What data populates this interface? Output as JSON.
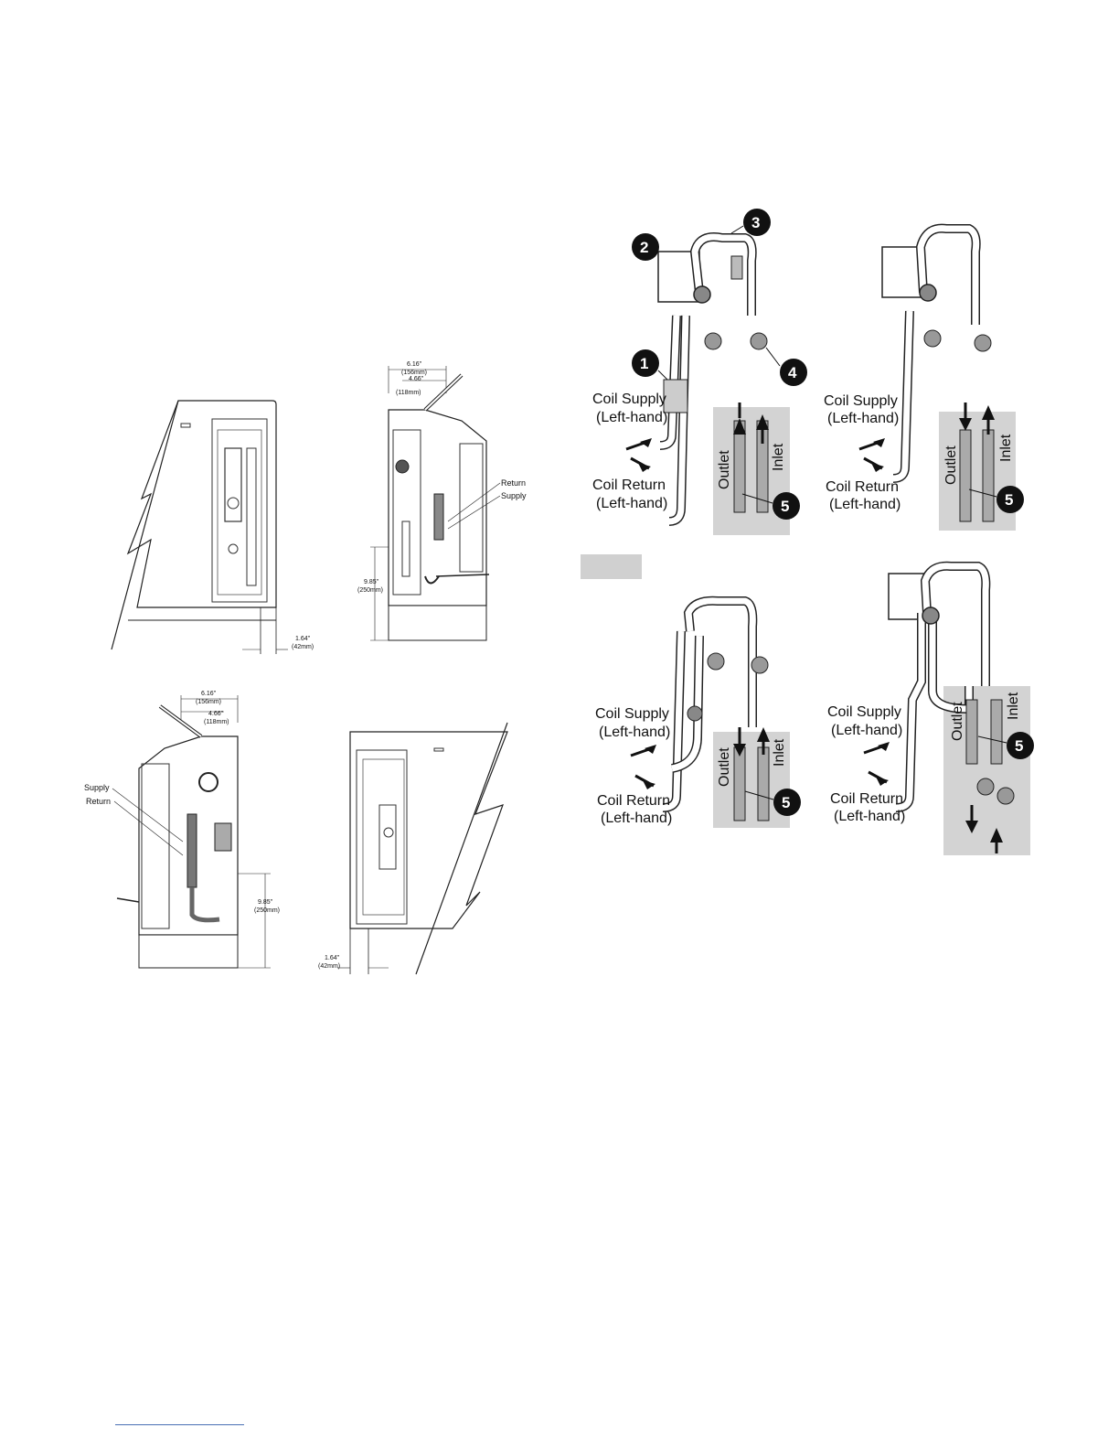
{
  "dimensions": {
    "width_top": "6.16\"",
    "width_top_mm": "(156mm)",
    "width_inner": "4.66\"",
    "width_inner_mm": "(118mm)",
    "height": "9.85\"",
    "height_mm": "(250mm)",
    "offset": "1.64\"",
    "offset_mm": "(42mm)"
  },
  "side_labels": {
    "return": "Return",
    "supply": "Supply"
  },
  "piping": {
    "coil_supply": "Coil Supply",
    "coil_return": "Coil Return",
    "left_hand": "(Left-hand)",
    "outlet": "Outlet",
    "inlet": "Inlet",
    "callouts": [
      "1",
      "2",
      "3",
      "4",
      "5"
    ]
  },
  "colors": {
    "shade": "#d3d3d3",
    "line": "#222222",
    "callout_fill": "#111111"
  }
}
